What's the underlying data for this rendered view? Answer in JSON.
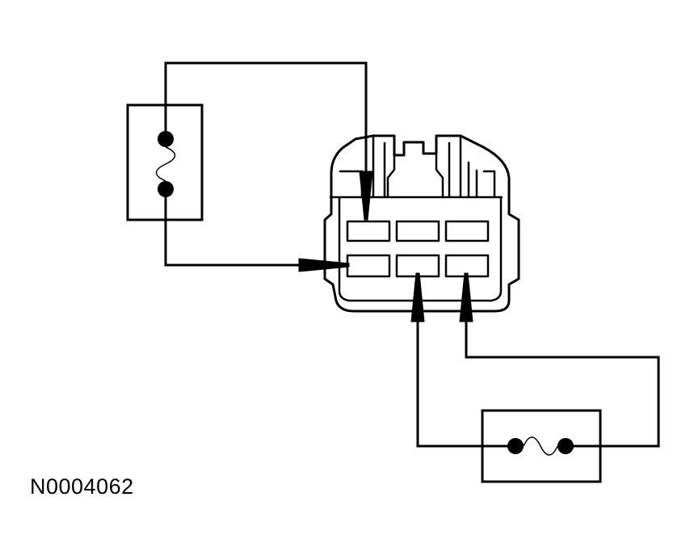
{
  "figure": {
    "id_label": "N0004062"
  },
  "colors": {
    "line": "#000000",
    "background": "#ffffff"
  },
  "components": {
    "connector": {
      "name": "connector",
      "rows": 2,
      "cols": 3
    },
    "jumper_top": {
      "name": "fused-jumper-top"
    },
    "jumper_bottom": {
      "name": "fused-jumper-bottom"
    }
  }
}
